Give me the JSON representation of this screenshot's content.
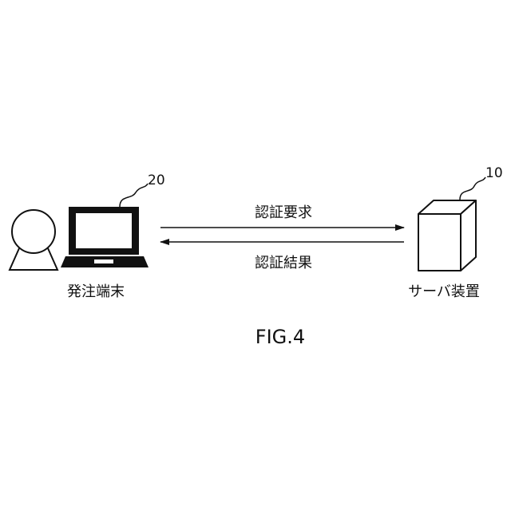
{
  "diagram": {
    "ordering_terminal": {
      "reference_number": "20",
      "label": "発注端末",
      "icons": [
        "person-icon",
        "laptop-icon"
      ]
    },
    "server": {
      "reference_number": "10",
      "label": "サーバ装置",
      "icons": [
        "server-box-icon"
      ]
    },
    "messages": [
      {
        "label": "認証要求",
        "direction": "terminal-to-server"
      },
      {
        "label": "認証結果",
        "direction": "server-to-terminal"
      }
    ],
    "figure_caption": "FIG.4"
  },
  "colors": {
    "line": "#111111",
    "background": "#ffffff"
  }
}
